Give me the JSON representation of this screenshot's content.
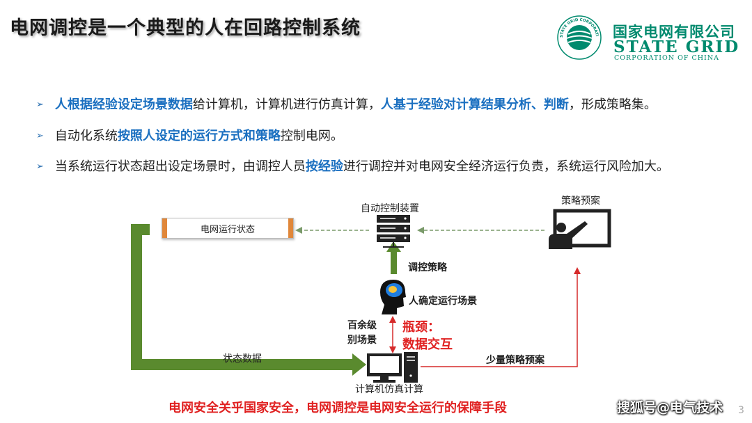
{
  "title": "电网调控是一个典型的人在回路控制系统",
  "logo": {
    "cn_name": "国家电网有限公司",
    "en_name": "STATE GRID",
    "en_sub": "CORPORATION OF CHINA",
    "emblem_text": "STATE GRID CORPORATION OF CHINA"
  },
  "bullets": [
    {
      "segments": [
        {
          "text": "人根据经验设定场景数据",
          "hl": true
        },
        {
          "text": "给计算机，计算机进行仿真计算，",
          "hl": false
        },
        {
          "text": "人基于经验对计算结果分析、判断",
          "hl": true
        },
        {
          "text": "，形成策略集。",
          "hl": false
        }
      ]
    },
    {
      "segments": [
        {
          "text": "自动化系统",
          "hl": false
        },
        {
          "text": "按照人设定的运行方式和策略",
          "hl": true
        },
        {
          "text": "控制电网。",
          "hl": false
        }
      ]
    },
    {
      "segments": [
        {
          "text": "当系统运行状态超出设定场景时，由调控人员",
          "hl": false
        },
        {
          "text": "按经验",
          "hl": true
        },
        {
          "text": "进行调控并对电网安全经济运行负责，系统运行风险加大。",
          "hl": false
        }
      ]
    }
  ],
  "diagram": {
    "grid_status": "电网运行状态",
    "auto_device": "自动控制装置",
    "strategy_plan": "策略预案",
    "control_strategy": "调控策略",
    "human_scene": "人确定运行场景",
    "scenes_count": [
      "百余级",
      "别场景"
    ],
    "bottleneck": [
      "瓶颈：",
      "数据交互"
    ],
    "state_data": "状态数据",
    "few_plans": "少量策略预案",
    "computer": "计算机仿真计算"
  },
  "footer": "电网安全关乎国家安全，电网调控是电网安全运行的保障手段",
  "watermark": "搜狐号@电气技术",
  "page_number": "3",
  "colors": {
    "highlight": "#1a6fc0",
    "alert": "#e02222",
    "flow_green": "#5a8a2e",
    "brand": "#008a6e"
  }
}
